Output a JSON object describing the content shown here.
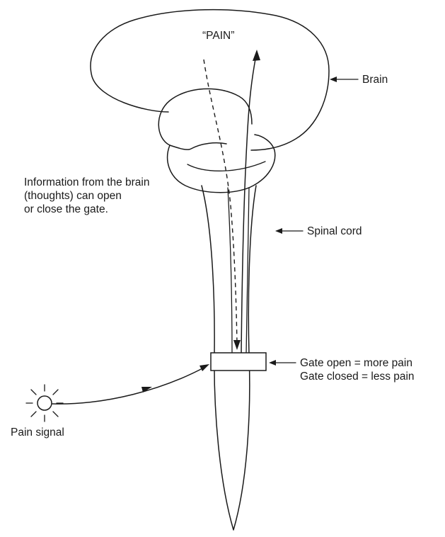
{
  "labels": {
    "pain_quote": "“PAIN”",
    "brain": "Brain",
    "spinal_cord": "Spinal cord",
    "info_line1": "Information from the brain",
    "info_line2": "(thoughts) can open",
    "info_line3": "or close the gate.",
    "gate_open": "Gate open = more pain",
    "gate_closed": "Gate closed = less pain",
    "pain_signal": "Pain signal"
  }
}
